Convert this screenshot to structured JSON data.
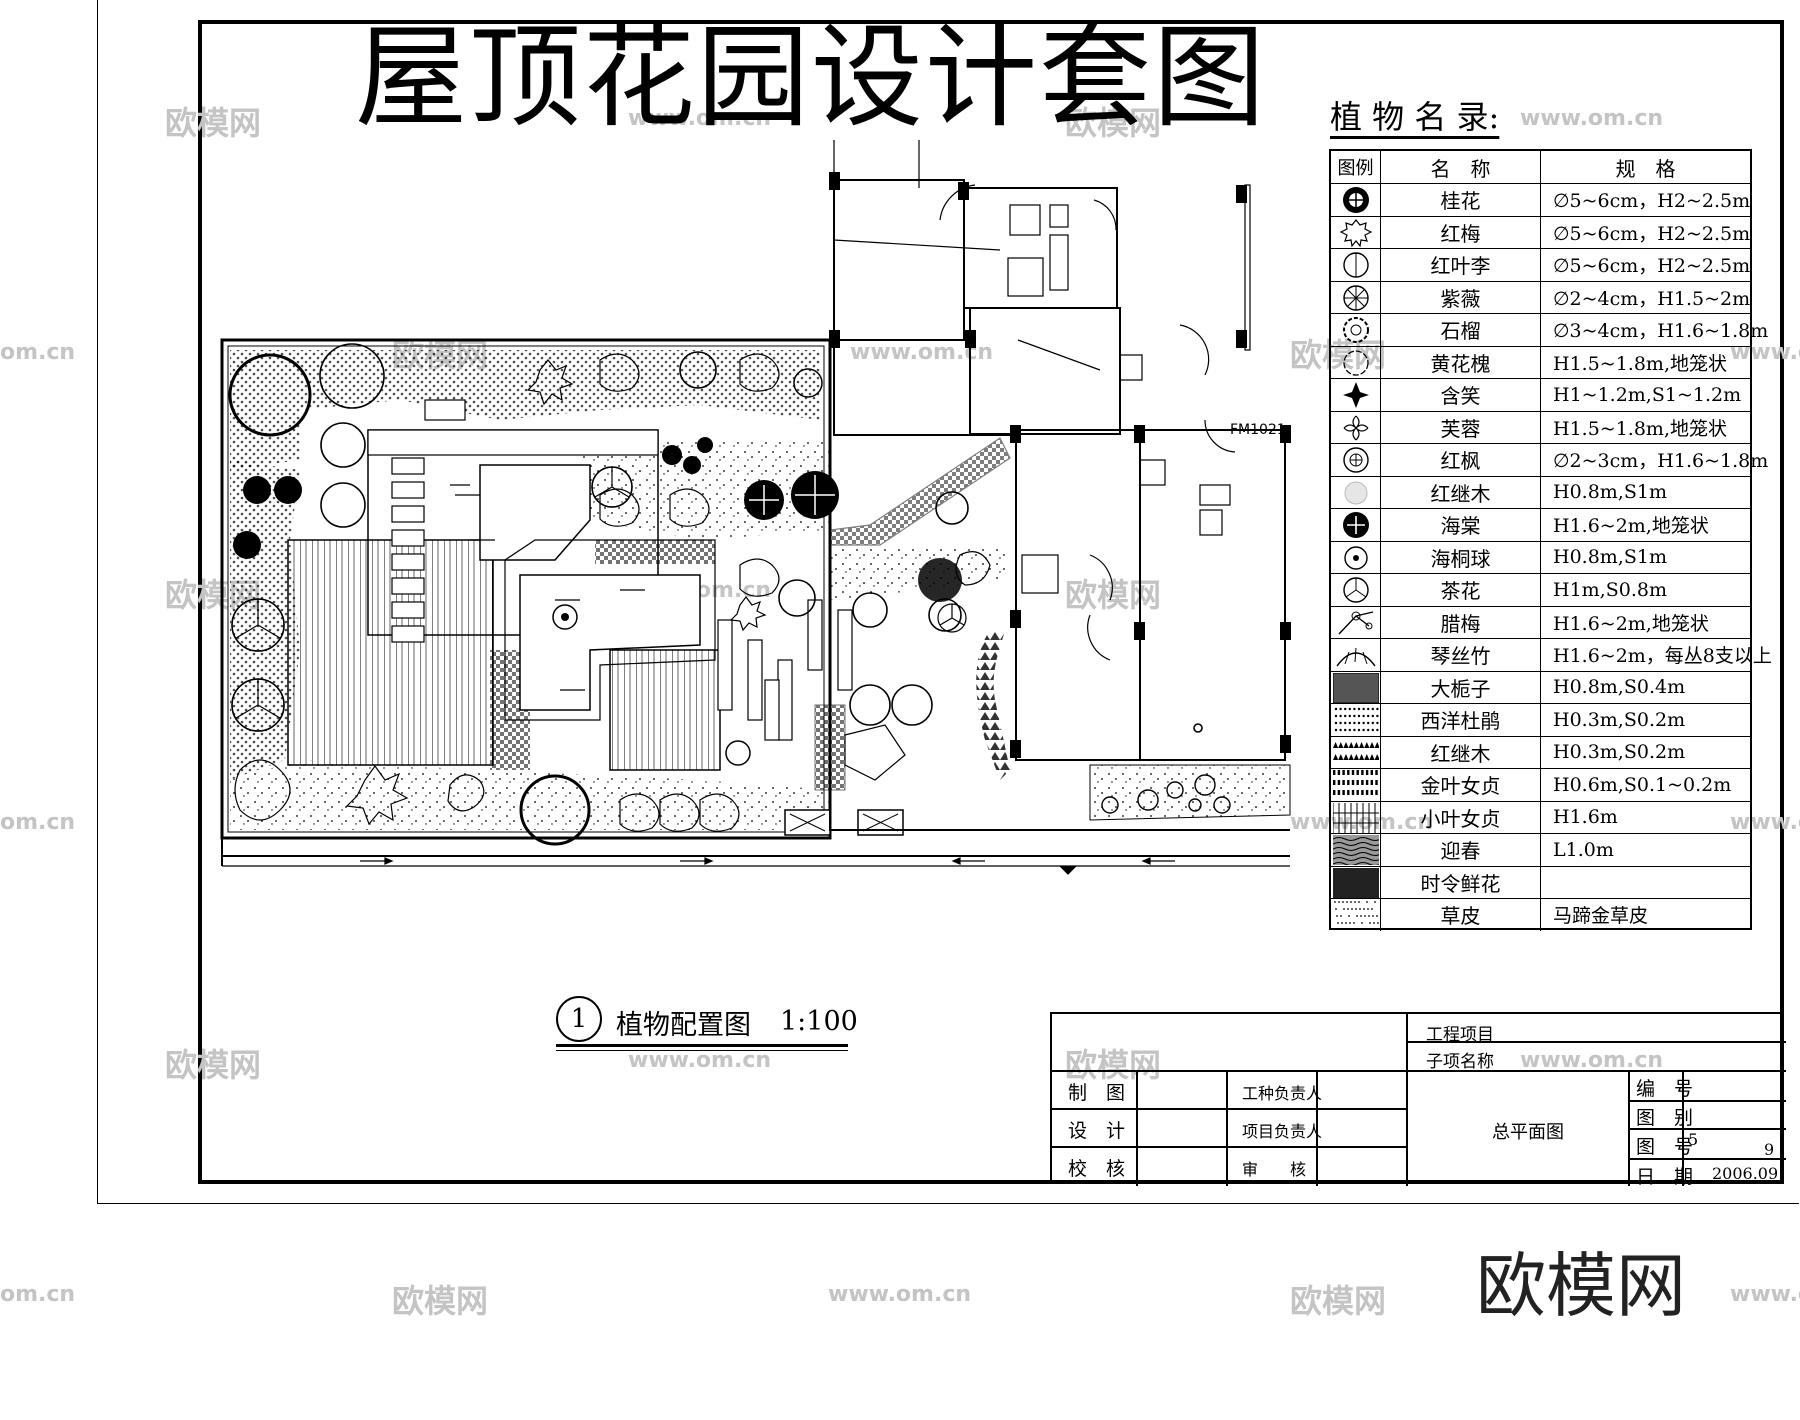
{
  "title": "屋顶花园设计套图",
  "watermark": {
    "brand_cn": "欧模网",
    "url": "www.om.cn",
    "url_fragment": "om.cn"
  },
  "brand": "欧模网",
  "legend": {
    "title": "植 物 名 录:",
    "headers": {
      "symbol": "图例",
      "name": "名　称",
      "spec": "规　格"
    },
    "rows": [
      {
        "name": "桂花",
        "spec": "∅5~6cm，H2~2.5m",
        "symbol": "tree-dark"
      },
      {
        "name": "红梅",
        "spec": "∅5~6cm，H2~2.5m",
        "symbol": "tree-lobed"
      },
      {
        "name": "红叶李",
        "spec": "∅5~6cm，H2~2.5m",
        "symbol": "tree-round"
      },
      {
        "name": "紫薇",
        "spec": "∅2~4cm，H1.5~2m",
        "symbol": "tree-spokes"
      },
      {
        "name": "石榴",
        "spec": "∅3~4cm，H1.6~1.8m",
        "symbol": "tree-scallop"
      },
      {
        "name": "黄花槐",
        "spec": "H1.5~1.8m,地笼状",
        "symbol": "tree-wavy"
      },
      {
        "name": "含笑",
        "spec": "H1~1.2m,S1~1.2m",
        "symbol": "shrub-star"
      },
      {
        "name": "芙蓉",
        "spec": "H1.5~1.8m,地笼状",
        "symbol": "shrub-flower"
      },
      {
        "name": "红枫",
        "spec": "∅2~3cm，H1.6~1.8m",
        "symbol": "tree-maple"
      },
      {
        "name": "红继木",
        "spec": "H0.8m,S1m",
        "symbol": "shrub-light"
      },
      {
        "name": "海棠",
        "spec": "H1.6~2m,地笼状",
        "symbol": "tree-black"
      },
      {
        "name": "海桐球",
        "spec": "H0.8m,S1m",
        "symbol": "shrub-ball"
      },
      {
        "name": "茶花",
        "spec": "H1m,S0.8m",
        "symbol": "shrub-tri"
      },
      {
        "name": "腊梅",
        "spec": "H1.6~2m,地笼状",
        "symbol": "shrub-branch"
      },
      {
        "name": "琴丝竹",
        "spec": "H1.6~2m，每丛8支以上",
        "symbol": "bamboo"
      },
      {
        "name": "大栀子",
        "spec": "H0.8m,S0.4m",
        "symbol": "hatch-dense"
      },
      {
        "name": "西洋杜鹃",
        "spec": "H0.3m,S0.2m",
        "symbol": "hatch-dots"
      },
      {
        "name": "红继木",
        "spec": "H0.3m,S0.2m",
        "symbol": "hatch-tri"
      },
      {
        "name": "金叶女贞",
        "spec": "H0.6m,S0.1~0.2m",
        "symbol": "hatch-cross"
      },
      {
        "name": "小叶女贞",
        "spec": "H1.6m",
        "symbol": "hatch-grid"
      },
      {
        "name": "迎春",
        "spec": "L1.0m",
        "symbol": "hatch-wave"
      },
      {
        "name": "时令鲜花",
        "spec": "",
        "symbol": "hatch-black"
      },
      {
        "name": "草皮",
        "spec": "马蹄金草皮",
        "symbol": "hatch-stipple"
      }
    ]
  },
  "figure": {
    "number": "1",
    "label": "植物配置图",
    "scale": "1:100"
  },
  "plan": {
    "door_tag": "FM1021"
  },
  "titleblock": {
    "project_label": "工程项目",
    "subitem_label": "子项名称",
    "rows": [
      {
        "left": "制　图",
        "mid": "工种负责人"
      },
      {
        "left": "设　计",
        "mid": "项目负责人"
      },
      {
        "left": "校　核",
        "mid": "审　　核"
      }
    ],
    "drawing_name": "总平面图",
    "right": {
      "number_label": "编　号",
      "category_label": "图　别",
      "sheet_label": "图　号",
      "sheet_value": "5",
      "sheet_total": "9",
      "date_label": "日　期",
      "date_value": "2006.09"
    }
  }
}
